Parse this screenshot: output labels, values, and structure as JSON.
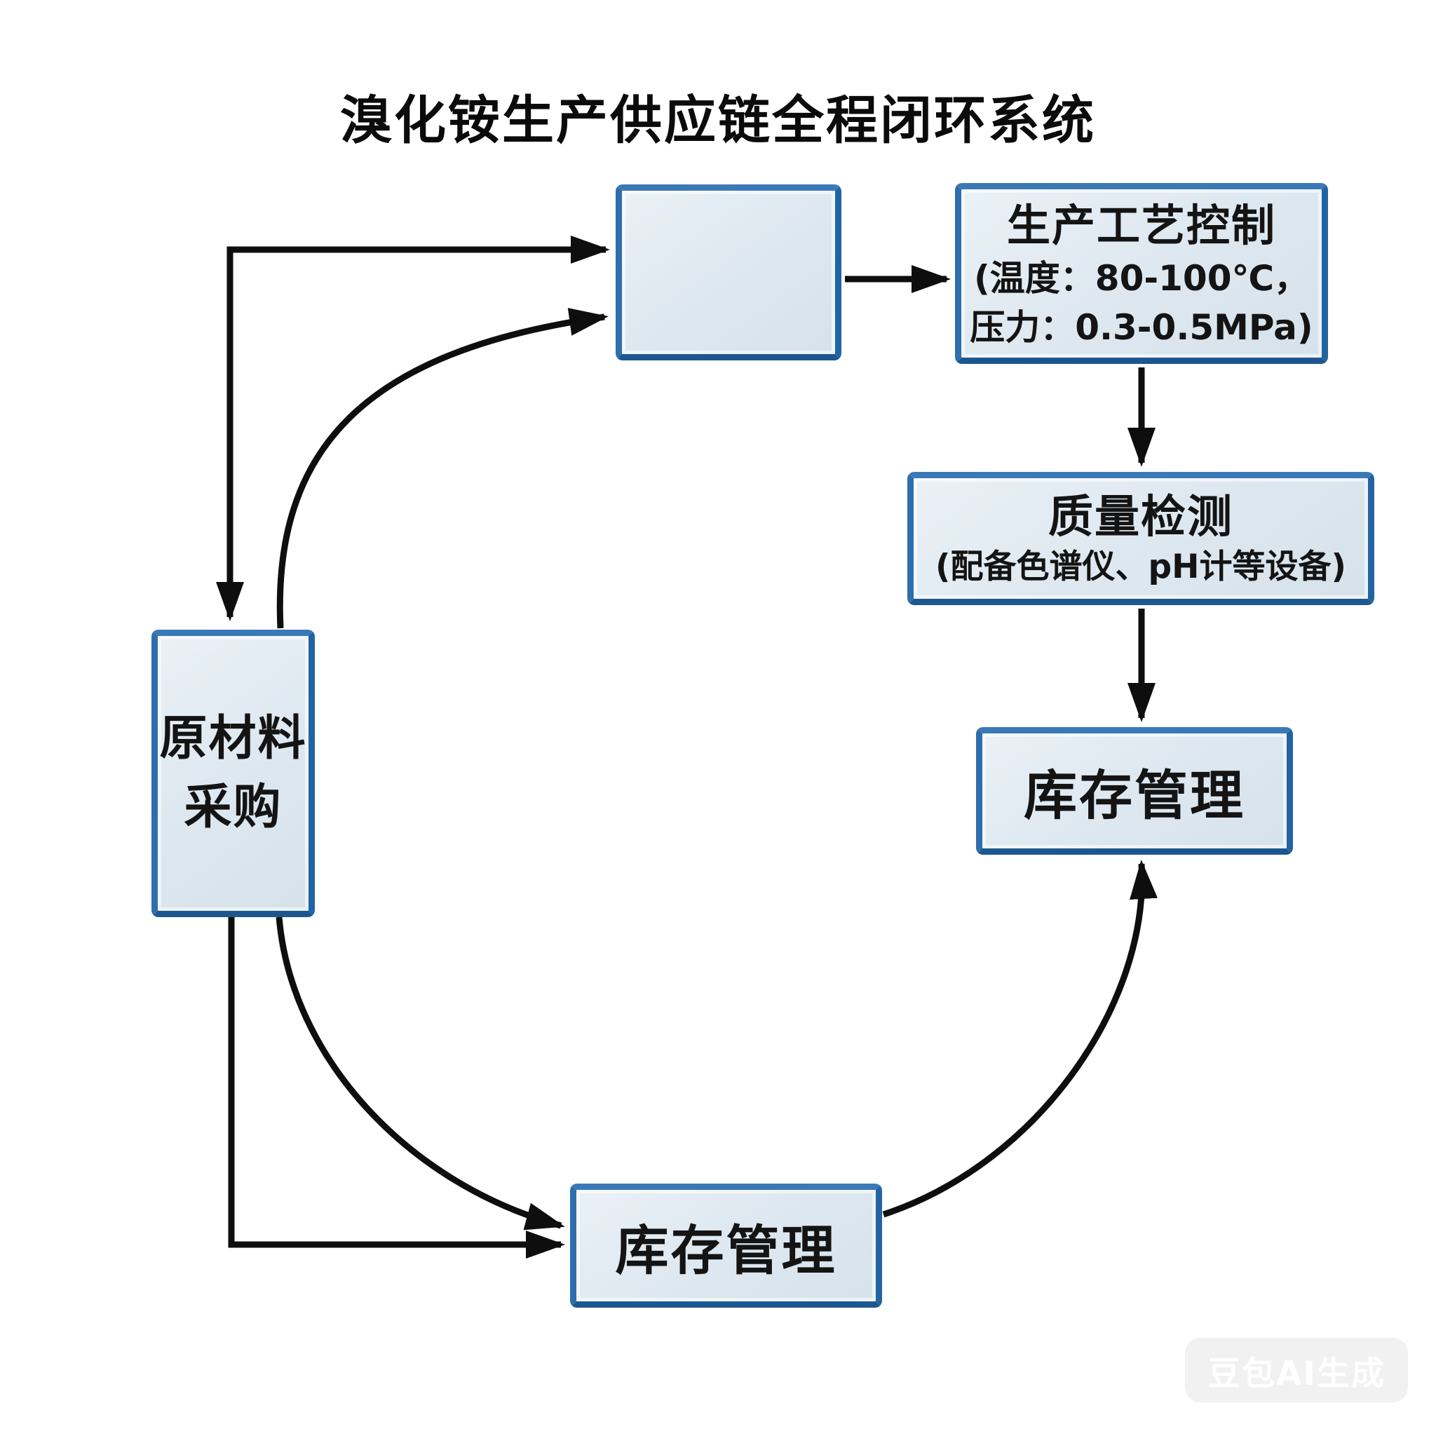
{
  "title": "溴化铵生产供应链全程闭环系统",
  "colors": {
    "node_border": "#2a68a6",
    "node_fill": "#dde7ef",
    "node_shadow": "#a4b8ca",
    "arrow": "#0e0e0e",
    "background": "#ffffff"
  },
  "nodes": {
    "blank_stage": {
      "label": ""
    },
    "process_control": {
      "title": "生产工艺控制",
      "detail_line1": "(温度：80-100℃，",
      "detail_line2": "压力：0.3-0.5MPa)"
    },
    "quality_inspection": {
      "title": "质量检测",
      "detail": "(配备色谱仪、pH计等设备)"
    },
    "inventory_right": {
      "label": "库存管理"
    },
    "raw_material": {
      "line1": "原材料",
      "line2": "采购"
    },
    "inventory_bottom": {
      "label": "库存管理"
    }
  },
  "watermark": {
    "text": "豆包AI生成"
  }
}
